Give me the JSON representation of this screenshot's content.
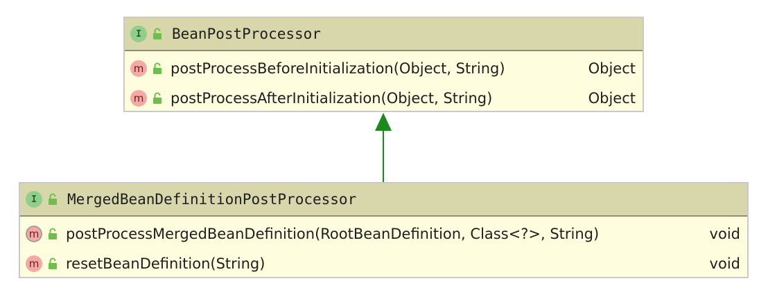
{
  "diagram": {
    "parent": {
      "name": "BeanPostProcessor",
      "kind_icon": "interface-icon",
      "kind_letter": "I",
      "members": [
        {
          "signature": "postProcessBeforeInitialization(Object, String)",
          "returns": "Object",
          "icon": "method-icon",
          "letter": "m"
        },
        {
          "signature": "postProcessAfterInitialization(Object, String)",
          "returns": "Object",
          "icon": "method-icon",
          "letter": "m"
        }
      ]
    },
    "child": {
      "name": "MergedBeanDefinitionPostProcessor",
      "kind_icon": "interface-icon",
      "kind_letter": "I",
      "members": [
        {
          "signature": "postProcessMergedBeanDefinition(RootBeanDefinition, Class<?>, String)",
          "returns": "void",
          "icon": "abstract-method-icon",
          "letter": "m"
        },
        {
          "signature": "resetBeanDefinition(String)",
          "returns": "void",
          "icon": "method-icon",
          "letter": "m"
        }
      ]
    },
    "relation": "extends",
    "colors": {
      "header": "#d7d7ab",
      "body": "#fefede",
      "arrow": "#1a8a1a",
      "interface_icon": "#8fcf8b",
      "method_icon": "#f5a9a6",
      "lock": "#6cbf4a"
    }
  }
}
